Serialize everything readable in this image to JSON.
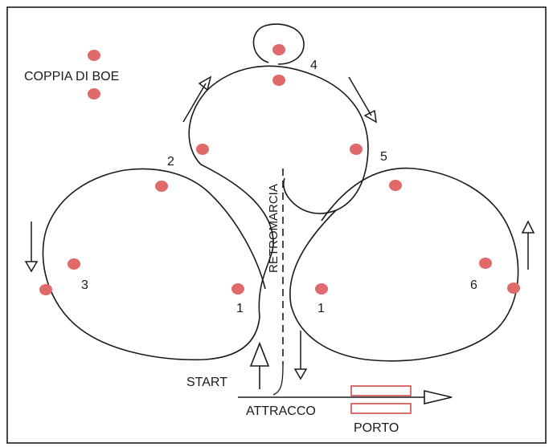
{
  "labels": {
    "legend": "COPPIA DI BOE",
    "retromarcia": "RETROMARCIA",
    "start": "START",
    "attracco": "ATTRACCO",
    "porto": "PORTO",
    "n1_left": "1",
    "n1_right": "1",
    "n2": "2",
    "n3": "3",
    "n4": "4",
    "n5": "5",
    "n6": "6"
  },
  "colors": {
    "buoy": "#e06a6a",
    "line": "#1a1a1a",
    "porto_outline": "#d24a4a"
  }
}
